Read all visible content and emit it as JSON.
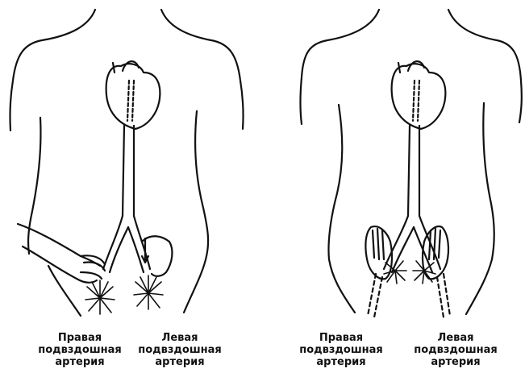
{
  "colors": {
    "ink": "#111111",
    "background": "#ffffff"
  },
  "left_figure": {
    "right_label": [
      "Правая",
      "подвздошная",
      "артерия"
    ],
    "left_label": [
      "Левая",
      "подвздошная",
      "артерия"
    ]
  },
  "right_figure": {
    "right_label": [
      "Правая",
      "подвздошная",
      "артерия"
    ],
    "left_label": [
      "Левая",
      "подвздошная",
      "артерия"
    ]
  }
}
